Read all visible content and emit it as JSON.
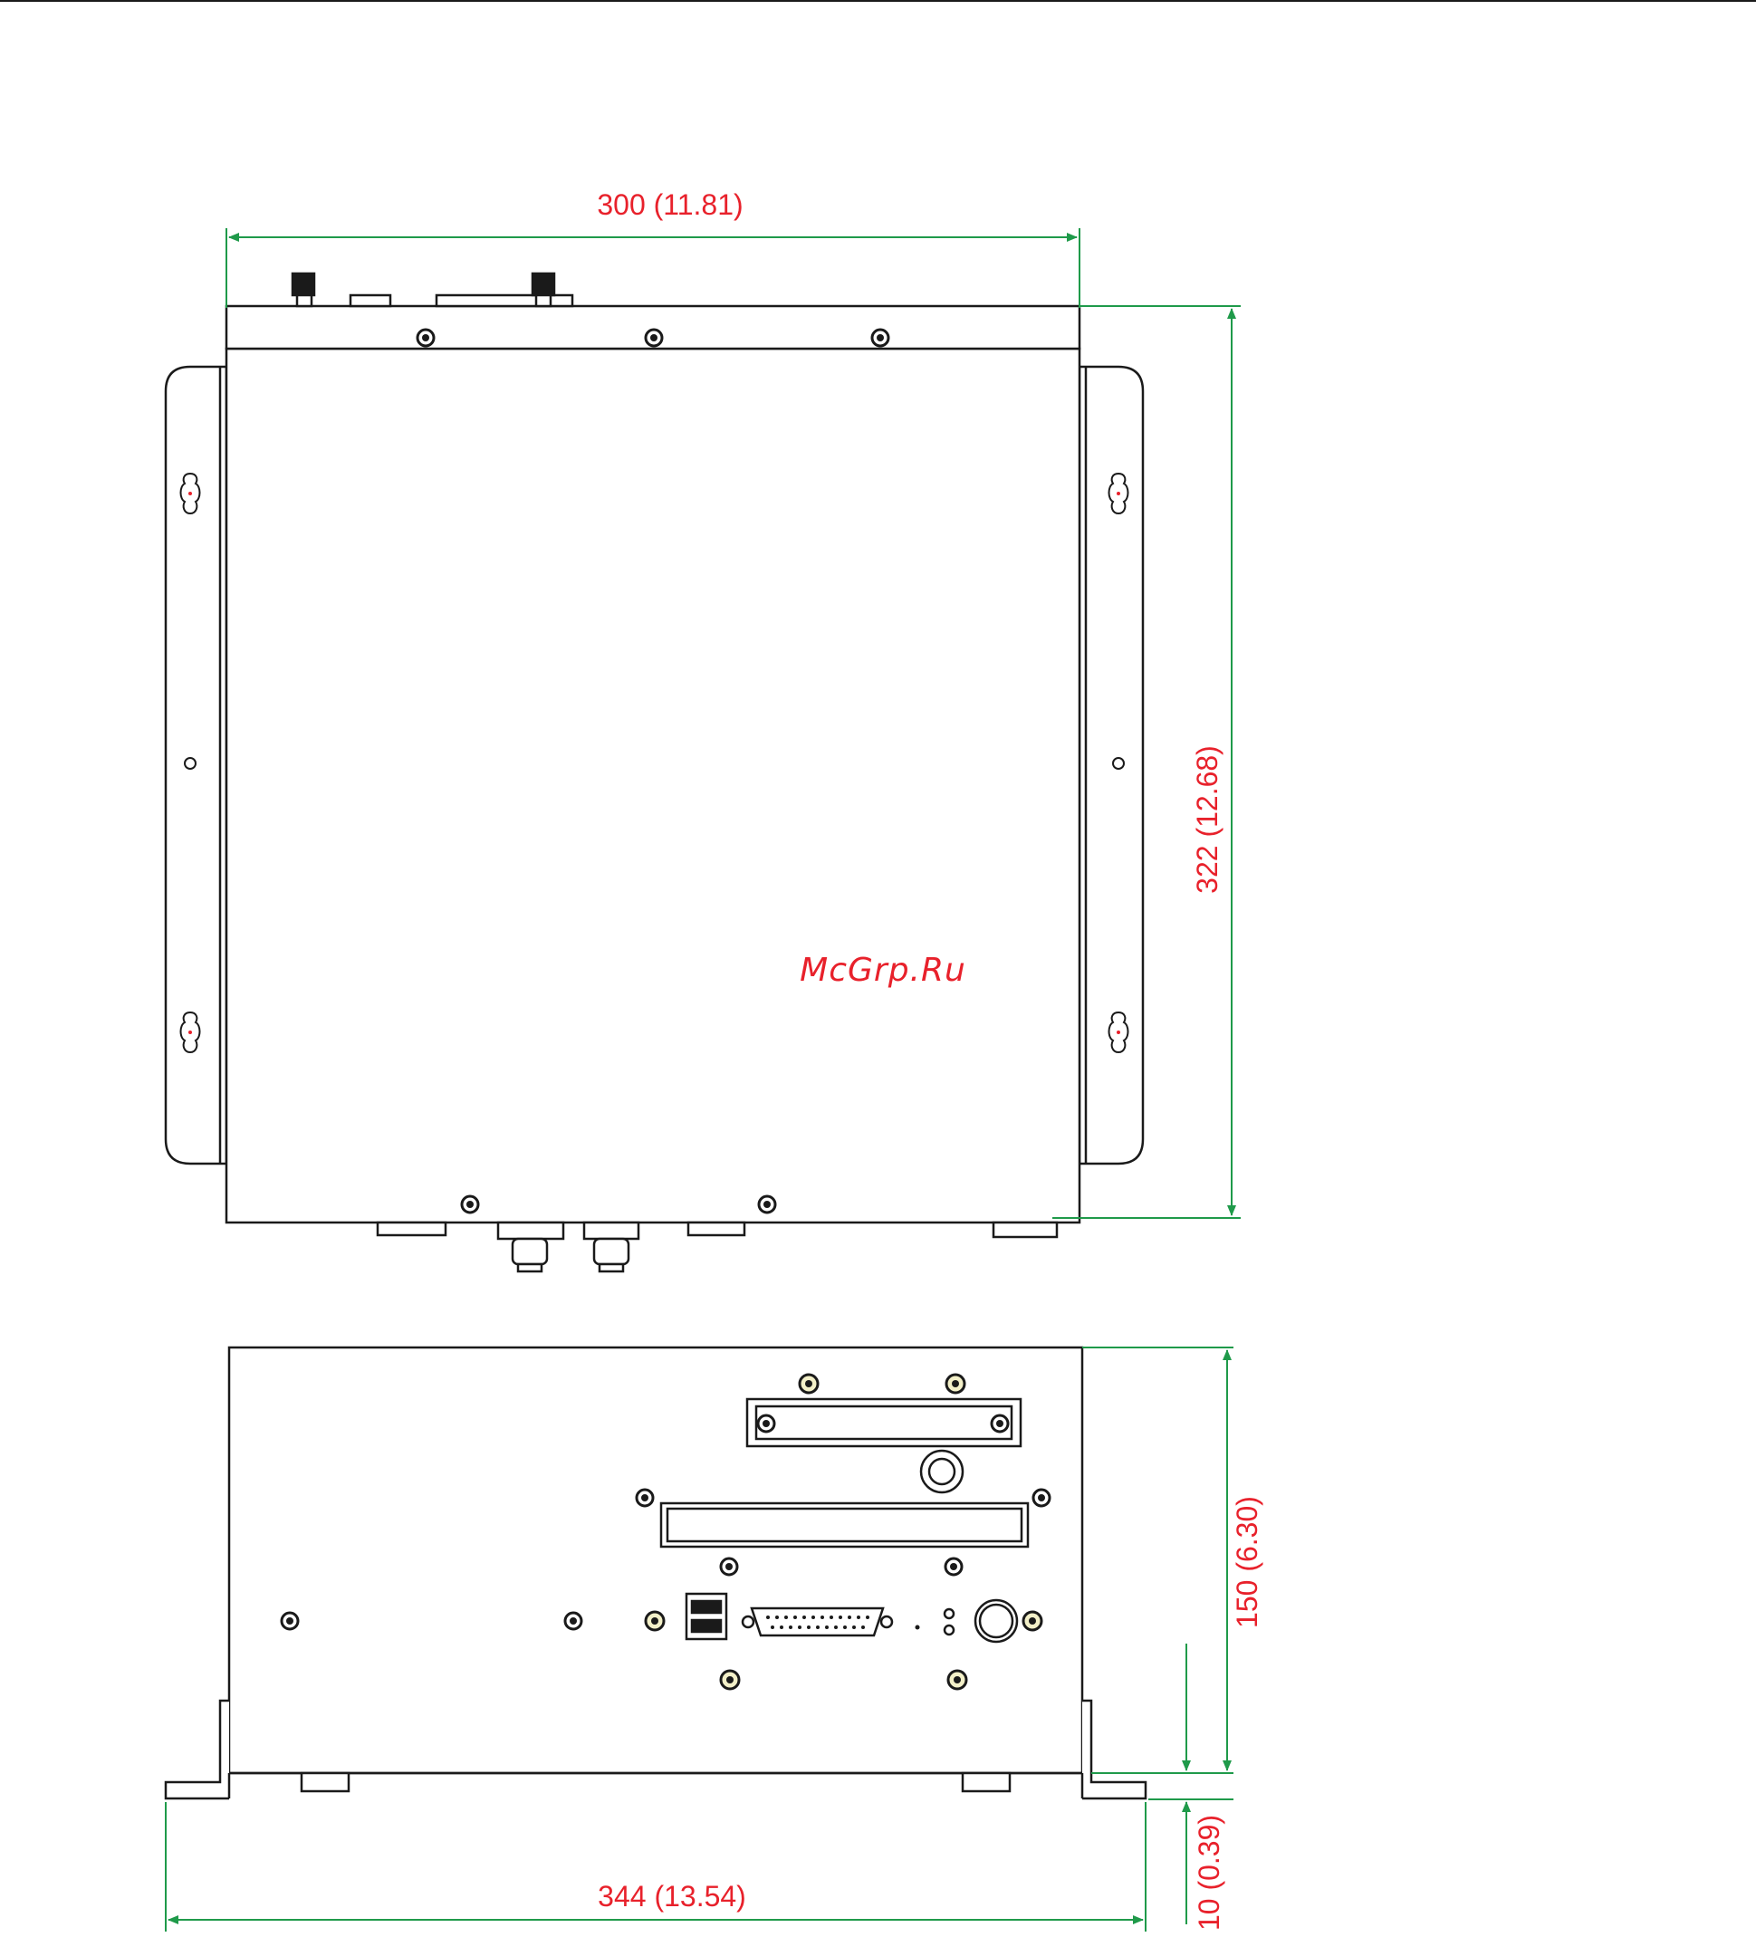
{
  "dimensions": {
    "top_width": "300 (11.81)",
    "side_height": "322 (12.68)",
    "front_height": "150 (6.30)",
    "base_width": "344 (13.54)",
    "foot_height": "10 (0.39)"
  },
  "watermark": "McGrp.Ru",
  "colors": {
    "outline": "#1a1a1a",
    "dimension_line": "#1f9a4a",
    "dimension_text": "#e8212b"
  }
}
